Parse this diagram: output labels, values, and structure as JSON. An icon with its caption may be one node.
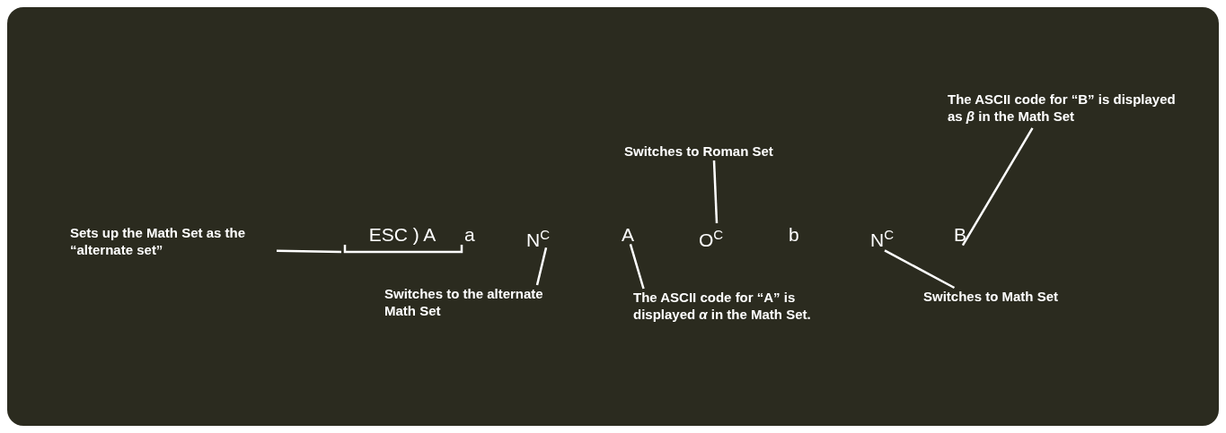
{
  "diagram": {
    "nodes": [
      {
        "text": [
          "Sets up the Math Set as the “alternate set”"
        ]
      },
      {
        "text": [
          "ESC ) A"
        ]
      },
      {
        "text": [
          "N$^{C}$"
        ]
      },
      {
        "text": [
          "Switches to the alternate Math Set"
        ]
      },
      {
        "text": [
          "A"
        ]
      },
      {
        "text": [
          "The ASCII code for “A” is displayed *α* in the Math Set."
        ]
      },
      {
        "text": [
          "Switches to Roman Set"
        ]
      },
      {
        "text": [
          "O$^{C}$"
        ]
      },
      {
        "text": [
          "N$^{C}$"
        ]
      },
      {
        "text": [
          "Switches to Math Set"
        ]
      },
      {
        "text": [
          "The ASCII code for “B” is displayed as *β* in the Math Set"
        ]
      },
      {
        "text": [
          "B"
        ]
      }
    ],
    "edges": [
      {
        "from": 0,
        "to": 1,
        "arrow": "none"
      },
      {
        "from": 3,
        "to": 2,
        "arrow": "none"
      },
      {
        "from": 5,
        "to": 4,
        "arrow": "none"
      },
      {
        "from": 6,
        "to": 7,
        "arrow": "none"
      },
      {
        "from": 9,
        "to": 8,
        "arrow": "none"
      },
      {
        "from": 10,
        "to": 11,
        "arrow": "none"
      }
    ],
    "labels": [
      "a",
      "b"
    ]
  }
}
